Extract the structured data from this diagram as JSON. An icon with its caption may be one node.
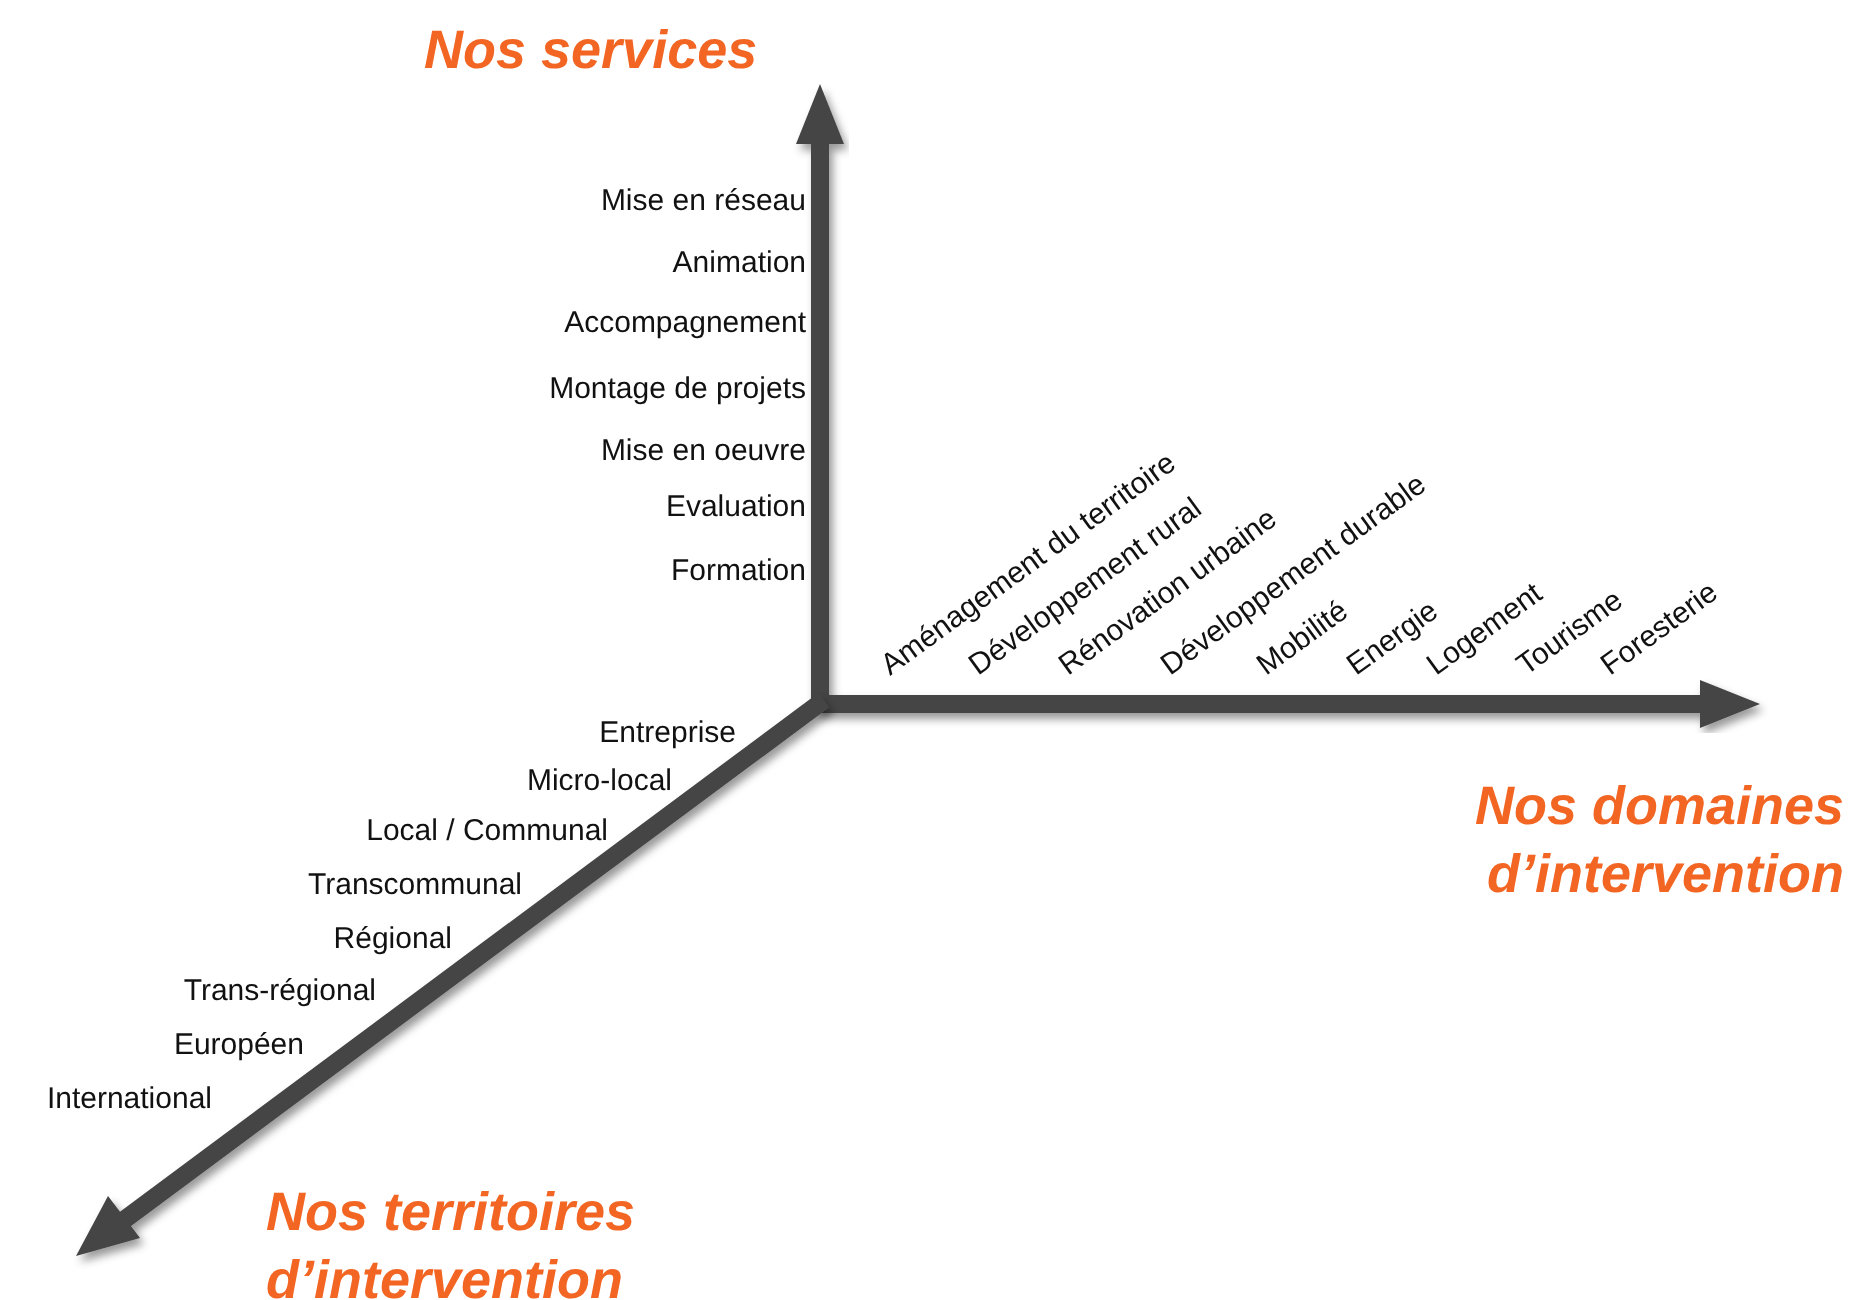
{
  "diagram": {
    "labels": [
      "Nos services",
      "Mise en réseau",
      "Animation",
      "Accompagnement",
      "Montage de projets",
      "Mise en oeuvre",
      "Evaluation",
      "Formation",
      "Aménagement du territoire",
      "Développement rural",
      "Rénovation urbaine",
      "Développement durable",
      "Mobilité",
      "Energie",
      "Logement",
      "Tourisme",
      "Foresterie",
      "Entreprise",
      "Nos domaines d’intervention",
      "Micro-local",
      "Local / Communal",
      "Transcommunal",
      "Régional",
      "Trans-régional",
      "Européen",
      "International",
      "Nos territoires d’intervention"
    ]
  }
}
